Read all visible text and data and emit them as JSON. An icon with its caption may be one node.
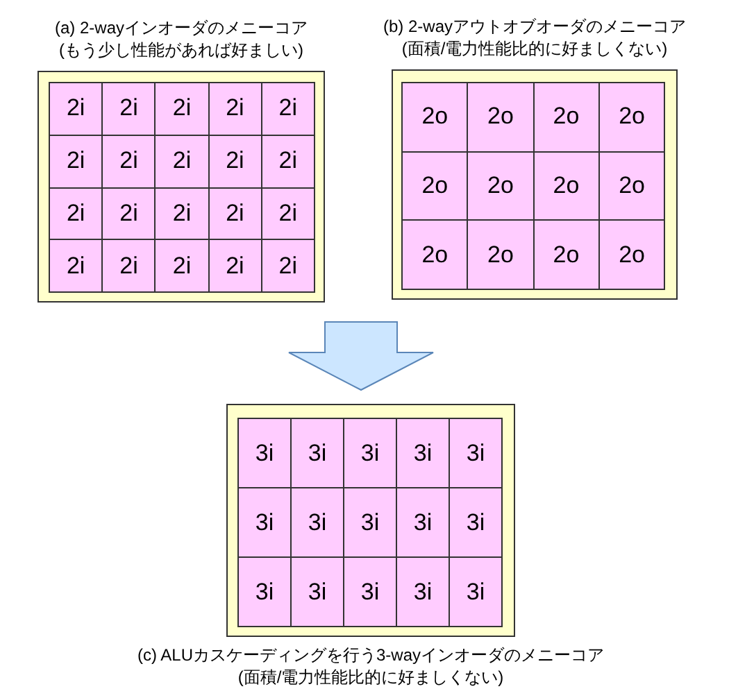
{
  "diagram": {
    "nodes": [
      {
        "text": [
          "(a) 2-wayインオーダのメニーコア",
          "(もう少し性能があれば好ましい)"
        ]
      },
      {
        "text": [
          "2i"
        ],
        "in": 0
      },
      {
        "text": [
          "2i"
        ],
        "in": 0
      },
      {
        "text": [
          "2i"
        ],
        "in": 0
      },
      {
        "text": [
          "2i"
        ],
        "in": 0
      },
      {
        "text": [
          "2i"
        ],
        "in": 0
      },
      {
        "text": [
          "2i"
        ],
        "in": 0
      },
      {
        "text": [
          "2i"
        ],
        "in": 0
      },
      {
        "text": [
          "2i"
        ],
        "in": 0
      },
      {
        "text": [
          "2i"
        ],
        "in": 0
      },
      {
        "text": [
          "2i"
        ],
        "in": 0
      },
      {
        "text": [
          "2i"
        ],
        "in": 0
      },
      {
        "text": [
          "2i"
        ],
        "in": 0
      },
      {
        "text": [
          "2i"
        ],
        "in": 0
      },
      {
        "text": [
          "2i"
        ],
        "in": 0
      },
      {
        "text": [
          "2i"
        ],
        "in": 0
      },
      {
        "text": [
          "2i"
        ],
        "in": 0
      },
      {
        "text": [
          "2i"
        ],
        "in": 0
      },
      {
        "text": [
          "2i"
        ],
        "in": 0
      },
      {
        "text": [
          "2i"
        ],
        "in": 0
      },
      {
        "text": [
          "2i"
        ],
        "in": 0
      },
      {
        "text": [
          "(b) 2-wayアウトオブオーダのメニーコア",
          "(面積/電力性能比的に好ましくない)"
        ]
      },
      {
        "text": [
          "2o"
        ],
        "in": 21
      },
      {
        "text": [
          "2o"
        ],
        "in": 21
      },
      {
        "text": [
          "2o"
        ],
        "in": 21
      },
      {
        "text": [
          "2o"
        ],
        "in": 21
      },
      {
        "text": [
          "2o"
        ],
        "in": 21
      },
      {
        "text": [
          "2o"
        ],
        "in": 21
      },
      {
        "text": [
          "2o"
        ],
        "in": 21
      },
      {
        "text": [
          "2o"
        ],
        "in": 21
      },
      {
        "text": [
          "2o"
        ],
        "in": 21
      },
      {
        "text": [
          "2o"
        ],
        "in": 21
      },
      {
        "text": [
          "2o"
        ],
        "in": 21
      },
      {
        "text": [
          "2o"
        ],
        "in": 21
      },
      {
        "text": [
          "(c) ALUカスケーディングを行う3-wayインオーダのメニーコア",
          "(面積/電力性能比的に好ましくない)"
        ]
      },
      {
        "text": [
          "3i"
        ],
        "in": 34
      },
      {
        "text": [
          "3i"
        ],
        "in": 34
      },
      {
        "text": [
          "3i"
        ],
        "in": 34
      },
      {
        "text": [
          "3i"
        ],
        "in": 34
      },
      {
        "text": [
          "3i"
        ],
        "in": 34
      },
      {
        "text": [
          "3i"
        ],
        "in": 34
      },
      {
        "text": [
          "3i"
        ],
        "in": 34
      },
      {
        "text": [
          "3i"
        ],
        "in": 34
      },
      {
        "text": [
          "3i"
        ],
        "in": 34
      },
      {
        "text": [
          "3i"
        ],
        "in": 34
      },
      {
        "text": [
          "3i"
        ],
        "in": 34
      },
      {
        "text": [
          "3i"
        ],
        "in": 34
      },
      {
        "text": [
          "3i"
        ],
        "in": 34
      },
      {
        "text": [
          "3i"
        ],
        "in": 34
      },
      {
        "text": [
          "3i"
        ],
        "in": 34
      }
    ],
    "edges": [
      {
        "from": null,
        "to": 34,
        "arrow": "to"
      }
    ]
  }
}
